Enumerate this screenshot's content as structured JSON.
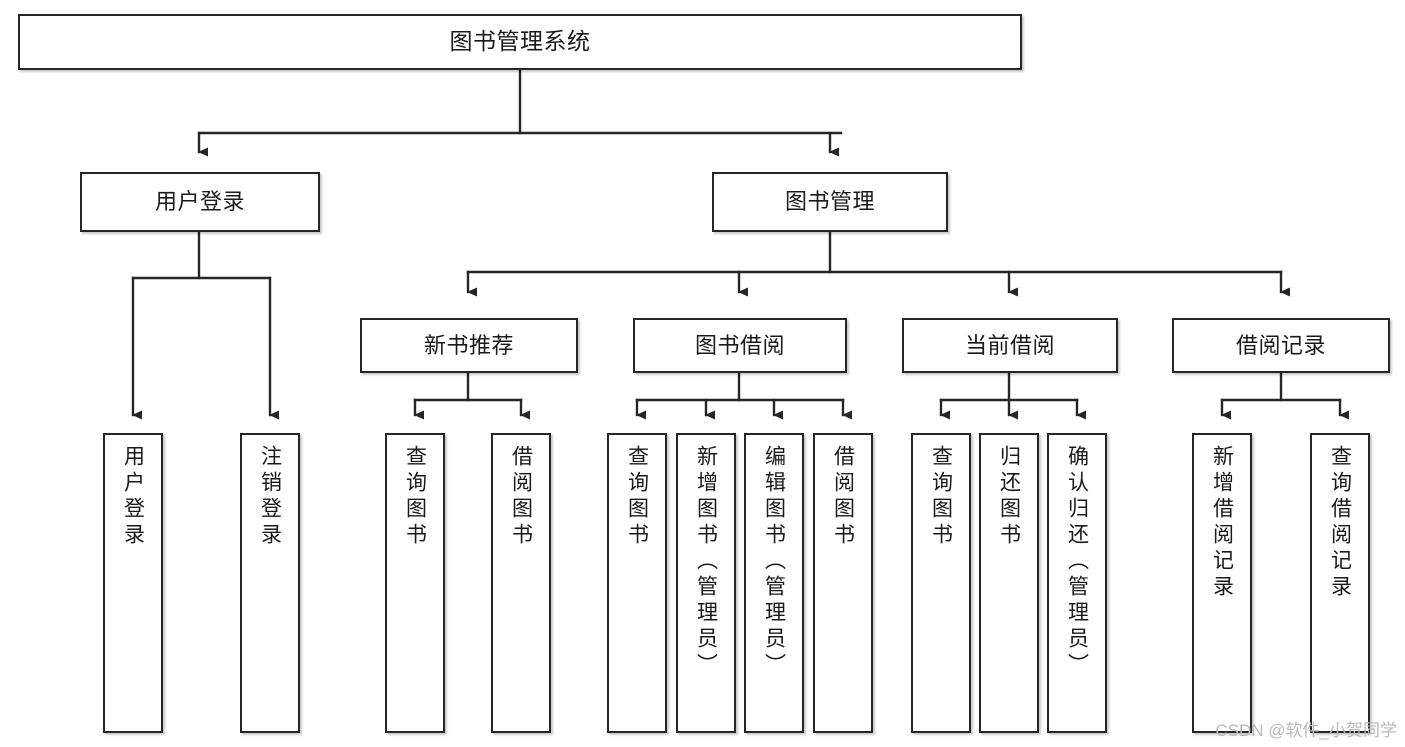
{
  "diagram": {
    "title": "图书管理系统",
    "type": "hierarchy-tree",
    "watermark": "CSDN @软件_小贺同学",
    "colors": {
      "background": "#ffffff",
      "node_border": "#262626",
      "node_fill": "#ffffff",
      "edge": "#262626",
      "text": "#1a1a1a",
      "watermark": "#b9b9b9"
    },
    "nodes": {
      "root": {
        "label": "图书管理系统"
      },
      "level2": [
        {
          "id": "user-login",
          "label": "用户登录"
        },
        {
          "id": "book-manage",
          "label": "图书管理"
        }
      ],
      "level3": [
        {
          "id": "new-book-recommend",
          "label": "新书推荐"
        },
        {
          "id": "book-borrow",
          "label": "图书借阅"
        },
        {
          "id": "current-borrow",
          "label": "当前借阅"
        },
        {
          "id": "borrow-record",
          "label": "借阅记录"
        }
      ],
      "leaves": {
        "user_login": [
          {
            "id": "leaf-user-login",
            "label": "用户登录"
          },
          {
            "id": "leaf-logout-login",
            "label": "注销登录"
          }
        ],
        "new_book_recommend": [
          {
            "id": "leaf-query-book-1",
            "label": "查询图书"
          },
          {
            "id": "leaf-borrow-book-1",
            "label": "借阅图书"
          }
        ],
        "book_borrow": [
          {
            "id": "leaf-query-book-2",
            "label": "查询图书"
          },
          {
            "id": "leaf-add-book",
            "label": "新增图书（管理员）"
          },
          {
            "id": "leaf-edit-book",
            "label": "编辑图书（管理员）"
          },
          {
            "id": "leaf-borrow-book-2",
            "label": "借阅图书"
          }
        ],
        "current_borrow": [
          {
            "id": "leaf-query-book-3",
            "label": "查询图书"
          },
          {
            "id": "leaf-return-book",
            "label": "归还图书"
          },
          {
            "id": "leaf-confirm-return",
            "label": "确认归还（管理员）"
          }
        ],
        "borrow_record": [
          {
            "id": "leaf-add-record",
            "label": "新增借阅记录"
          },
          {
            "id": "leaf-query-record",
            "label": "查询借阅记录"
          }
        ]
      }
    }
  }
}
